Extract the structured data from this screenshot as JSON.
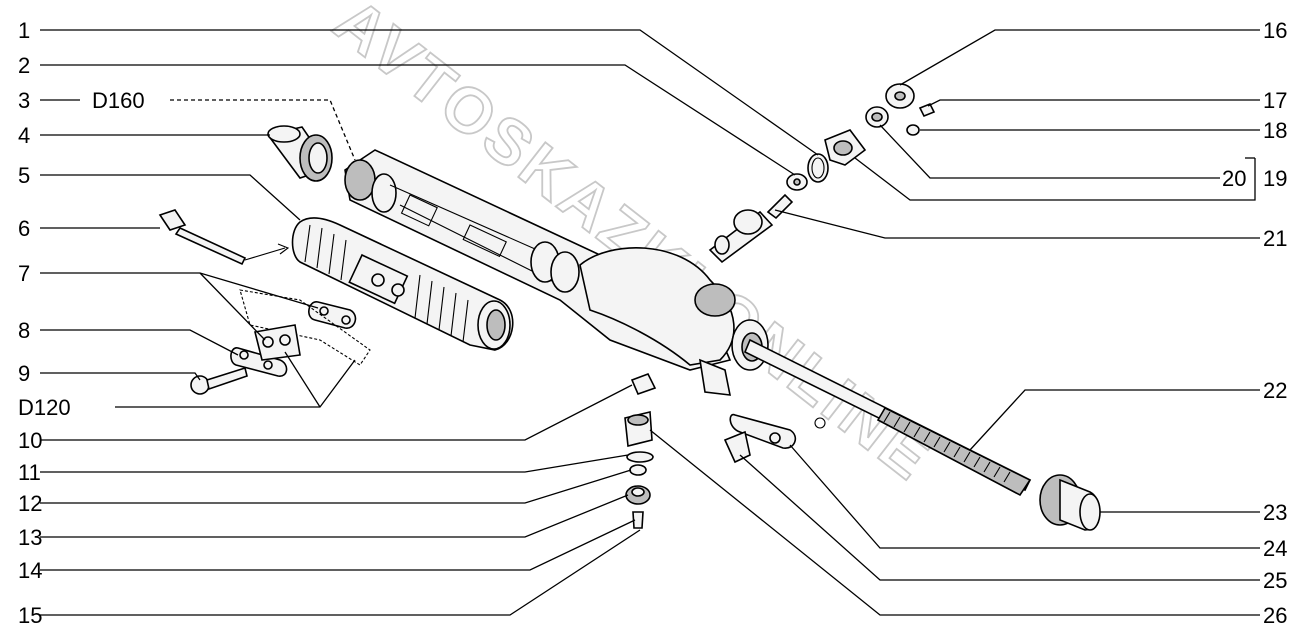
{
  "watermark": "AVTOSKAZKI.ONLINE",
  "callouts": {
    "c1": "1",
    "c2": "2",
    "c3": "3",
    "d160": "D160",
    "c4": "4",
    "c5": "5",
    "c6": "6",
    "c7": "7",
    "c8": "8",
    "c9": "9",
    "d120": "D120",
    "c10": "10",
    "c11": "11",
    "c12": "12",
    "c13": "13",
    "c14": "14",
    "c15": "15",
    "c16": "16",
    "c17": "17",
    "c18": "18",
    "c19": "19",
    "c20": "20",
    "c21": "21",
    "c22": "22",
    "c23": "23",
    "c24": "24",
    "c25": "25",
    "c26": "26"
  }
}
